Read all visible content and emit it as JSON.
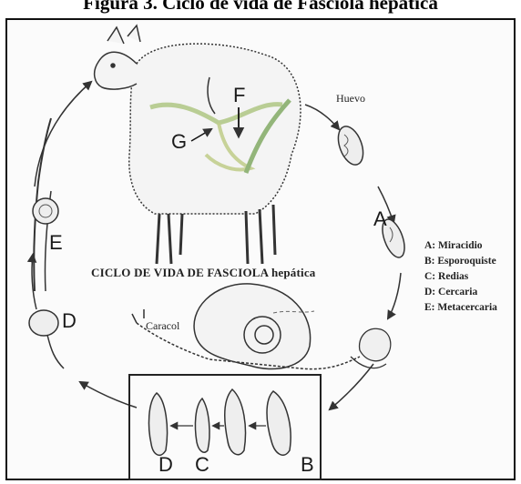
{
  "header": {
    "title": "Figura 3. Ciclo de vida de Fasciola hepática"
  },
  "diagram": {
    "cycle_title": "CICLO DE VIDA DE FASCIOLA hepática",
    "egg_label": "Huevo",
    "snail_label": "Caracol",
    "stage_letters": {
      "a": "A",
      "b": "B",
      "c": "C",
      "d": "D",
      "e": "E",
      "f": "F",
      "g": "G"
    },
    "legend": [
      "A: Miracidio",
      "B: Esporoquiste",
      "C: Redias",
      "D: Cercaria",
      "E: Metacercaria"
    ]
  }
}
